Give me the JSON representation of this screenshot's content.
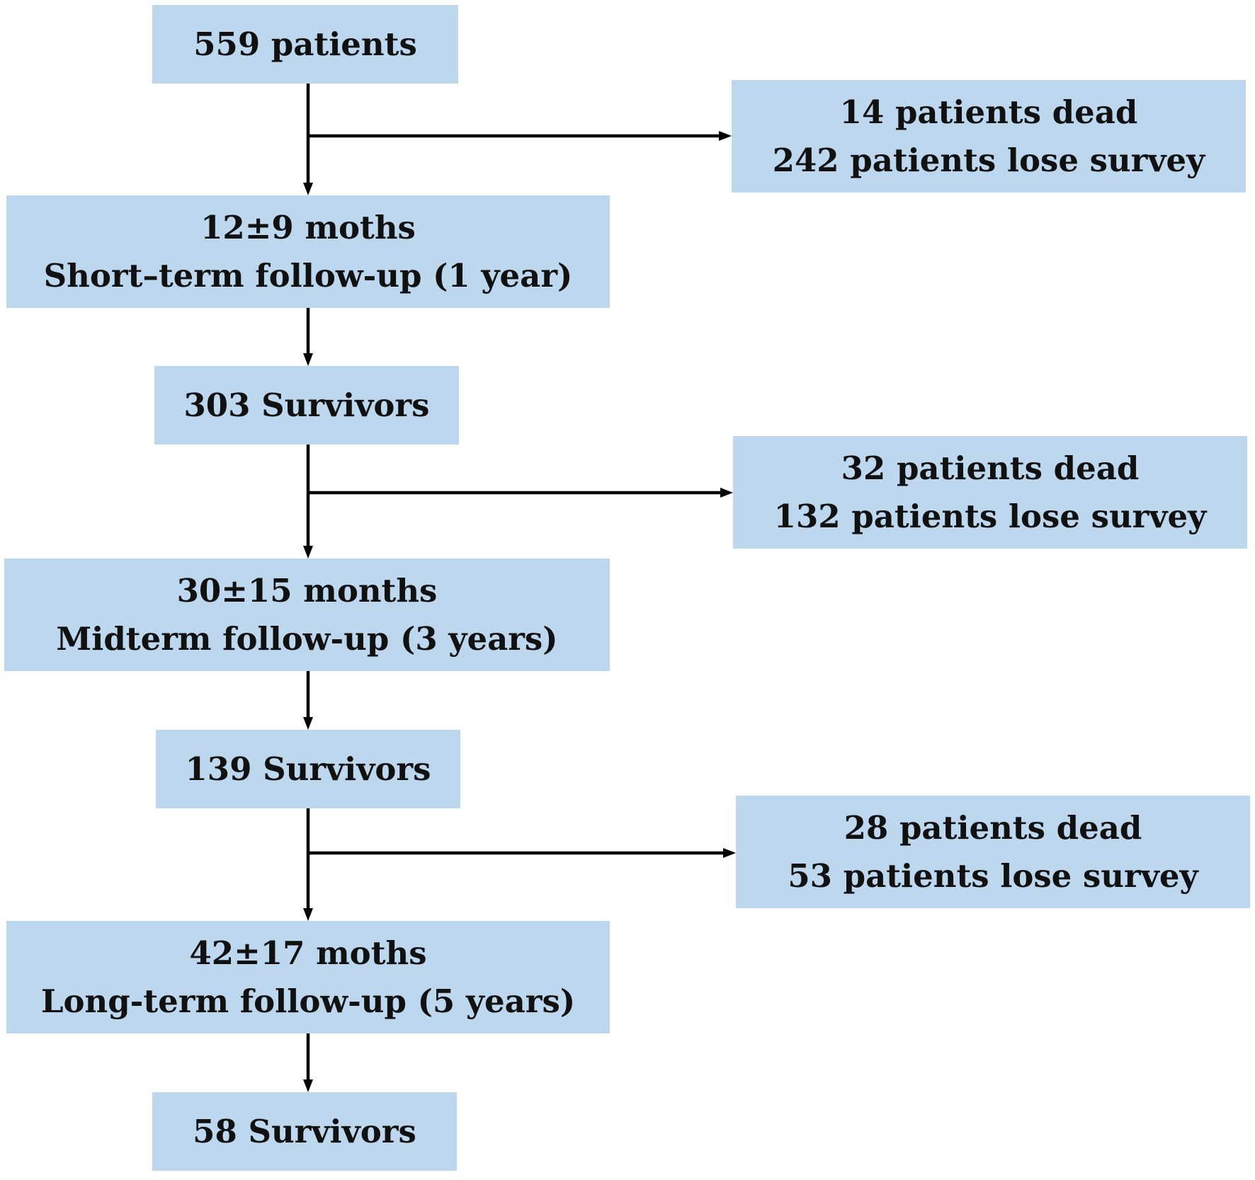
{
  "nodes": {
    "start": {
      "lines": [
        "559 patients"
      ]
    },
    "loss1": {
      "lines": [
        "14 patients dead",
        "242 patients lose survey"
      ]
    },
    "short_term": {
      "lines": [
        "12±9 moths",
        "Short–term follow-up (1 year)"
      ]
    },
    "survivors1": {
      "lines": [
        "303 Survivors"
      ]
    },
    "loss2": {
      "lines": [
        "32 patients dead",
        "132 patients lose survey"
      ]
    },
    "midterm": {
      "lines": [
        "30±15 months",
        "Midterm follow-up (3 years)"
      ]
    },
    "survivors2": {
      "lines": [
        "139 Survivors"
      ]
    },
    "loss3": {
      "lines": [
        "28 patients dead",
        "53 patients lose survey"
      ]
    },
    "long_term": {
      "lines": [
        "42±17 moths",
        "Long-term follow-up (5 years)"
      ]
    },
    "survivors3": {
      "lines": [
        "58 Survivors"
      ]
    }
  },
  "colors": {
    "box_fill": "#bdd7ee",
    "arrow": "#000000",
    "text": "#111111"
  }
}
